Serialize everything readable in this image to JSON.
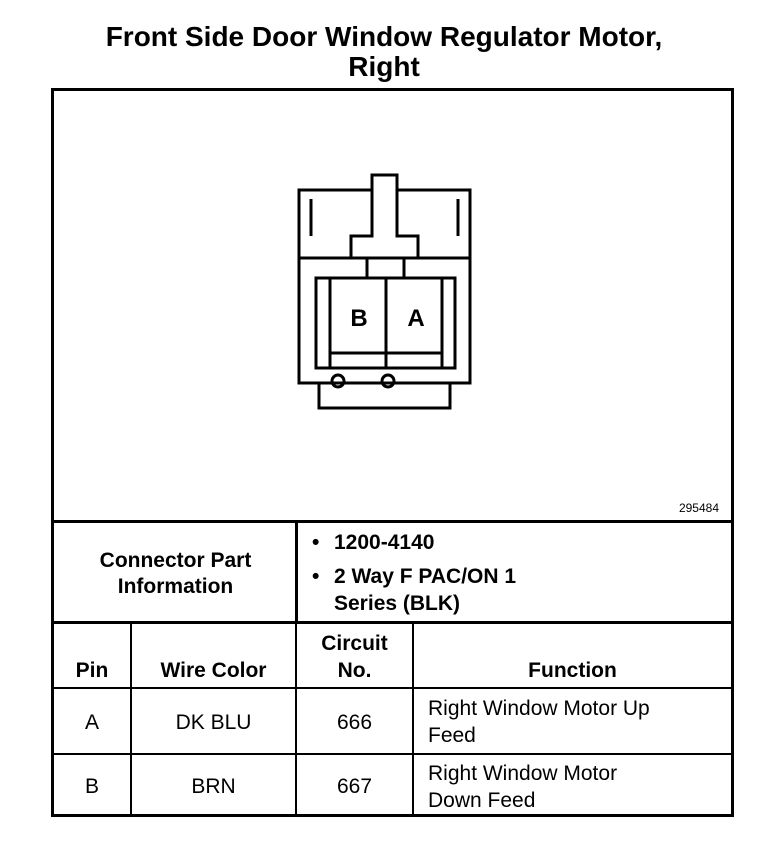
{
  "title": "Front Side Door Window Regulator Motor,\nRight",
  "figure_number": "295484",
  "connector": {
    "cavity_labels": [
      "B",
      "A"
    ]
  },
  "connector_info": {
    "label": "Connector Part Information",
    "items": [
      "1200-4140",
      "2 Way F PAC/ON 1 Series (BLK)"
    ]
  },
  "table": {
    "headers": [
      "Pin",
      "Wire Color",
      "Circuit No.",
      "Function"
    ],
    "rows": [
      {
        "pin": "A",
        "wire_color": "DK BLU",
        "circuit": "666",
        "function": "Right Window Motor Up Feed"
      },
      {
        "pin": "B",
        "wire_color": "BRN",
        "circuit": "667",
        "function": "Right Window Motor Down Feed"
      }
    ]
  }
}
